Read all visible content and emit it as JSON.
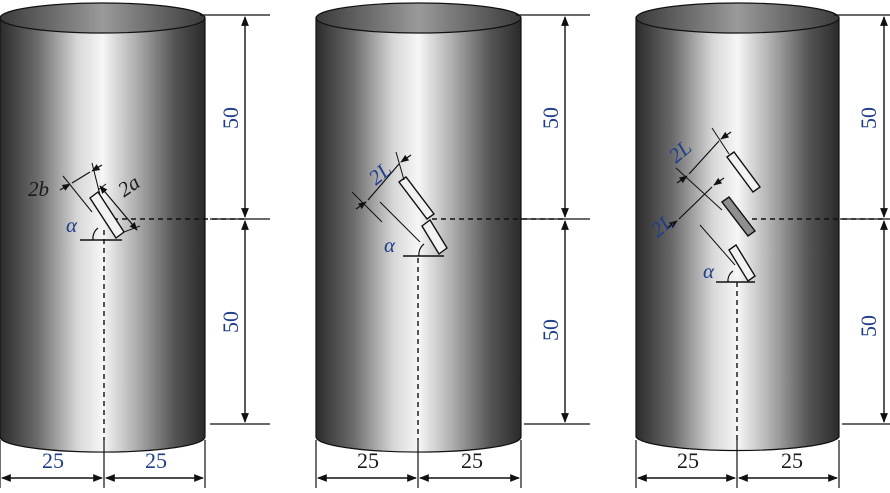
{
  "specimens": [
    {
      "id": "single-crack",
      "height_labels": [
        "50",
        "50"
      ],
      "width_labels": [
        "25",
        "25"
      ],
      "symbols": {
        "crack_width": "2b",
        "crack_length": "2a",
        "angle": "α"
      }
    },
    {
      "id": "double-crack",
      "height_labels": [
        "50",
        "50"
      ],
      "width_labels": [
        "25",
        "25"
      ],
      "symbols": {
        "spacing": "2L",
        "angle": "α"
      }
    },
    {
      "id": "triple-crack",
      "height_labels": [
        "50",
        "50"
      ],
      "width_labels": [
        "25",
        "25"
      ],
      "symbols": {
        "spacing_top": "2L",
        "spacing_bottom": "2L",
        "angle": "α"
      }
    }
  ],
  "colors": {
    "label_blue": "#1f3d8a",
    "line": "#111111",
    "cylinder_dark": "#2b2b2b",
    "cylinder_light": "#f4f4f4"
  }
}
